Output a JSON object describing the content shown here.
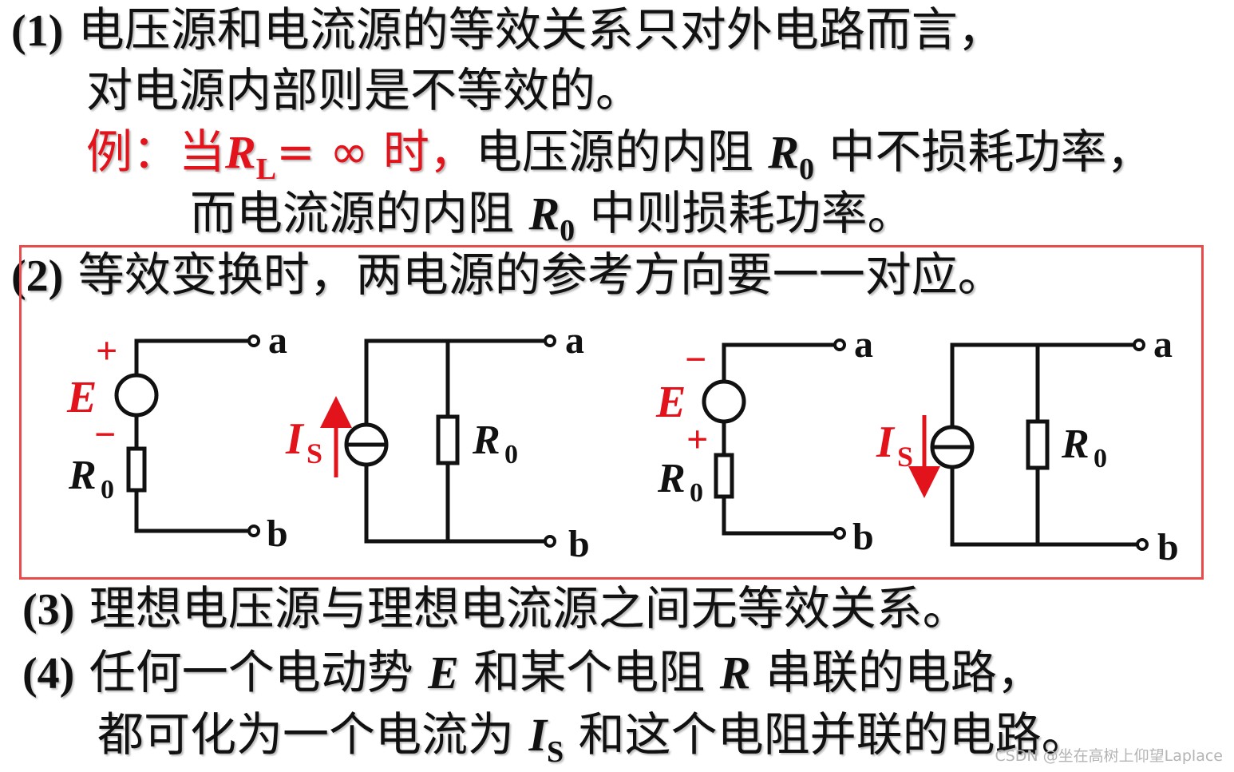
{
  "items": [
    {
      "number": "(1)",
      "lines": [
        "电压源和电流源的等效关系只对外电路而言，",
        "对电源内部则是不等效的。"
      ],
      "example": {
        "prefix": "例：当",
        "var": "R",
        "sub": "L",
        "cond": "= ∞ 时，",
        "text_a": "电压源的内阻 ",
        "r0_var": "R",
        "r0_sub": "0",
        "text_b": " 中不损耗功率，",
        "line2_a": "而电流源的内阻 ",
        "line2_b": " 中则损耗功率。"
      }
    },
    {
      "number": "(2)",
      "text": "等效变换时，两电源的参考方向要一一对应。"
    },
    {
      "number": "(3)",
      "text": "理想电压源与理想电流源之间无等效关系。"
    },
    {
      "number": "(4)",
      "line1_a": "任何一个电动势 ",
      "var_e": "E",
      "line1_b": " 和某个电阻 ",
      "var_r": "R",
      "line1_c": " 串联的电路，",
      "line2_a": "都可化为一个电流为 ",
      "var_i": "I",
      "sub_s": "S",
      "line2_b": " 和这个电阻并联的电路。"
    }
  ],
  "circuits": {
    "terminal_a": "a",
    "terminal_b": "b",
    "emf_label": "E",
    "current_label": "I",
    "current_sub": "S",
    "resistor_label": "R",
    "resistor_sub": "0",
    "plus": "+",
    "minus": "−"
  },
  "colors": {
    "accent_red": "#e3131b",
    "frame": "#e94a4a",
    "ink": "#111111"
  },
  "watermark": "CSDN @坐在高树上仰望Laplace"
}
